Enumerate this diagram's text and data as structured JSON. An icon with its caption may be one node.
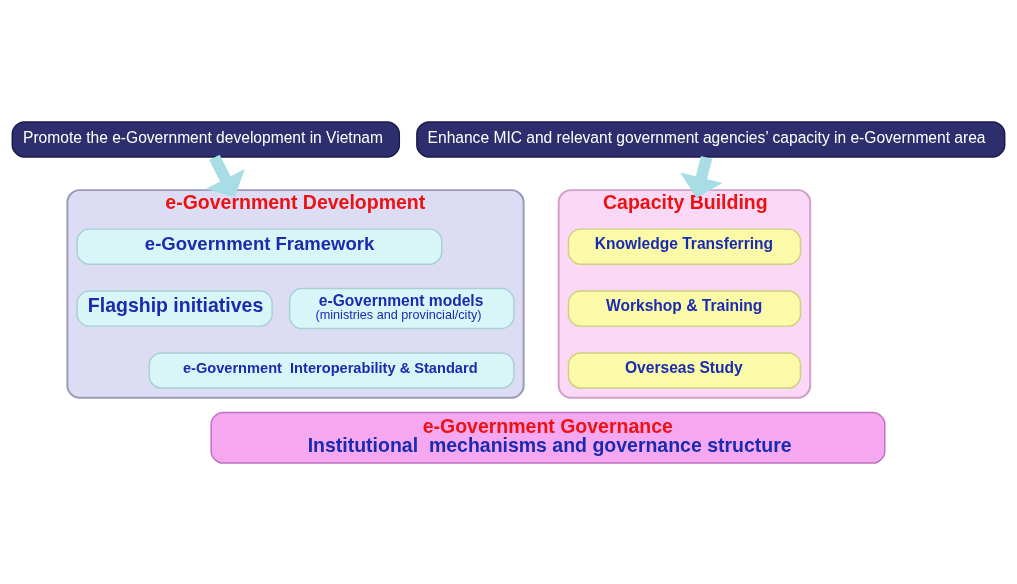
{
  "diagram": {
    "nodes": [
      {
        "text": [
          "Promote the e-Government development in Vietnam"
        ]
      },
      {
        "text": [
          "Enhance MIC and relevant government agencies’ capacity in e-Government area"
        ]
      },
      {
        "text": [
          "e-Government Development"
        ]
      },
      {
        "text": [
          "e-Government Framework"
        ],
        "in": 2
      },
      {
        "text": [
          "Flagship initiatives"
        ],
        "in": 2
      },
      {
        "text": [
          "e-Government models",
          "(ministries and provincial/city)"
        ],
        "in": 2
      },
      {
        "text": [
          "e-Government  Interoperability & Standard"
        ],
        "in": 2
      },
      {
        "text": [
          "Capacity Building"
        ]
      },
      {
        "text": [
          "Knowledge Transferring"
        ],
        "in": 7
      },
      {
        "text": [
          "Workshop & Training"
        ],
        "in": 7
      },
      {
        "text": [
          "Overseas Study"
        ],
        "in": 7
      },
      {
        "text": [
          "e-Government Governance",
          "Institutional  mechanisms and governance structure"
        ]
      }
    ],
    "edges": [
      {
        "from": 0,
        "to": 2,
        "arrow": "to"
      },
      {
        "from": 1,
        "to": 7,
        "arrow": "to"
      }
    ]
  }
}
